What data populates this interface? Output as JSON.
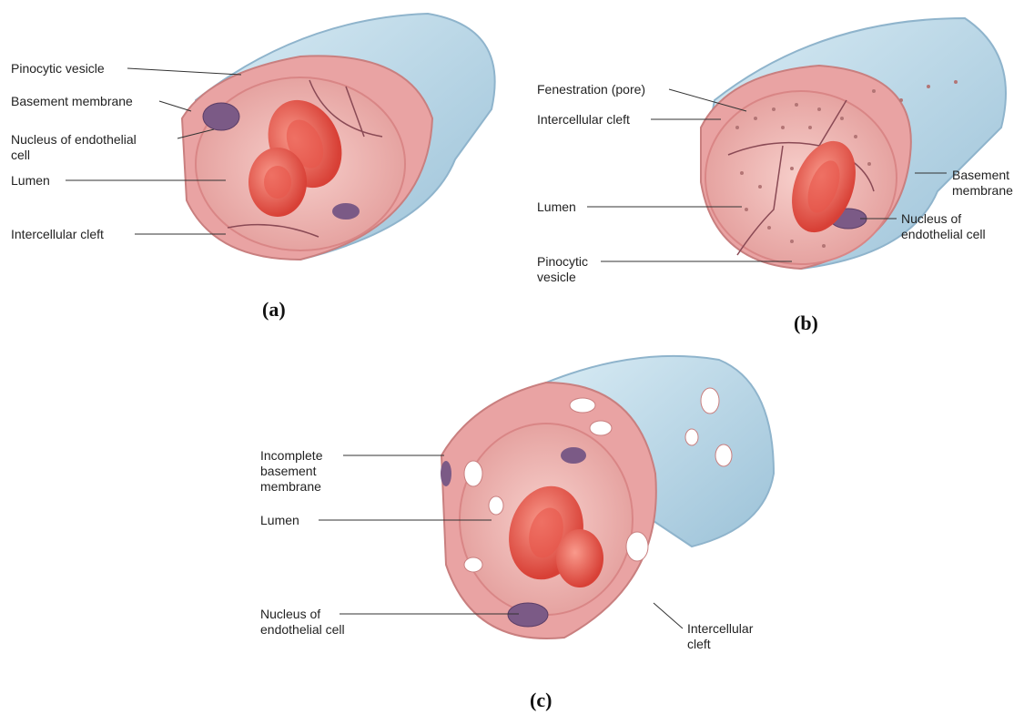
{
  "panels": [
    {
      "caption": "(a)",
      "labels": {
        "pinocytic_vesicle": "Pinocytic vesicle",
        "basement_membrane": "Basement membrane",
        "nucleus": "Nucleus of endothelial\ncell",
        "lumen": "Lumen",
        "intercellular_cleft": "Intercellular cleft"
      }
    },
    {
      "caption": "(b)",
      "labels": {
        "fenestration": "Fenestration (pore)",
        "intercellular_cleft": "Intercellular cleft",
        "lumen": "Lumen",
        "pinocytic_vesicle": "Pinocytic\nvesicle",
        "basement_membrane": "Basement\nmembrane",
        "nucleus": "Nucleus of\nendothelial cell"
      }
    },
    {
      "caption": "(c)",
      "labels": {
        "incomplete_basement_membrane": "Incomplete\nbasement\nmembrane",
        "lumen": "Lumen",
        "nucleus": "Nucleus of\nendothelial cell",
        "intercellular_cleft": "Intercellular\ncleft"
      }
    }
  ],
  "colors": {
    "membrane": "#b9d6e6",
    "membrane_edge": "#8fb4cc",
    "endothelium": "#e9a3a3",
    "endothelium_dark": "#d98686",
    "lumen": "#f1b8b6",
    "rbc": "#e8554a",
    "rbc_light": "#f4897e",
    "nucleus": "#7b5a86",
    "cleft_line": "#8a4a55"
  }
}
